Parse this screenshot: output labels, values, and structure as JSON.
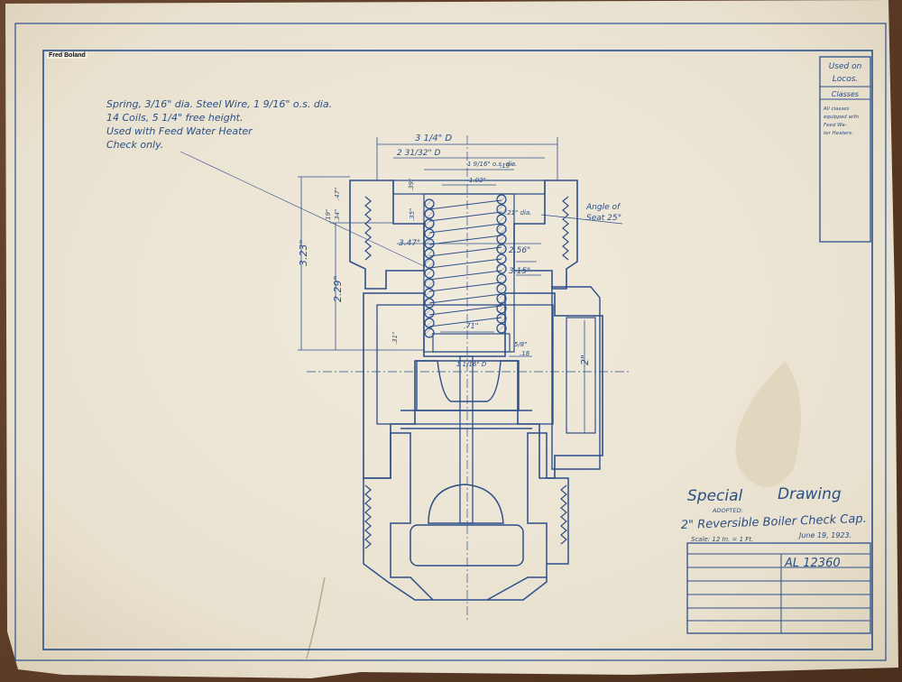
{
  "credit": "Fred Boland",
  "notes": {
    "line1": "Spring, 3/16\" dia. Steel Wire, 1 9/16\" o.s. dia.",
    "line2": "14 Coils, 5 1/4\" free height.",
    "line3": "Used with Feed Water Heater",
    "line4": "Check only."
  },
  "side_box": {
    "used_on": "Used on",
    "locos": "Locos.",
    "classes_header": "Classes",
    "classes_line1": "All classes",
    "classes_line2": "equipped with",
    "classes_line3": "Feed Wa-",
    "classes_line4": "ter Heaters."
  },
  "dimensions": {
    "top_outer": "3 1/4\" D",
    "top_inner": "2 31/32\" D",
    "spring_od": "1 9/16\" o.s. dia.",
    "spring_wire": ".19\"",
    "inner_02": "1.02\"",
    "wire_21": ".21\" dia.",
    "angle": "Angle of",
    "seat": "Seat 25°",
    "overall_h": "3.23\"",
    "inner_h": "2.29\"",
    "d_347": "3.47\"",
    "d_256": "2.56\"",
    "d_315": "3.15\"",
    "d_71": ".71\"",
    "d_31": ".31\"",
    "d_47": ".47\"",
    "d_39": ".39\"",
    "d_35": ".35\"",
    "d_34": ".34\"",
    "d_19": ".19\"",
    "d_18": ".18",
    "d_5_8": "5/8\"",
    "stem": "1 1/16\" D",
    "port": "2\""
  },
  "title_block": {
    "special": "Special",
    "drawing": "Drawing",
    "adopted": "ADOPTED:",
    "name": "2\" Reversible Boiler Check Cap.",
    "scale": "Scale: 12 In. = 1 Ft.",
    "date": "June 19, 1923.",
    "number": "AL 12360"
  }
}
